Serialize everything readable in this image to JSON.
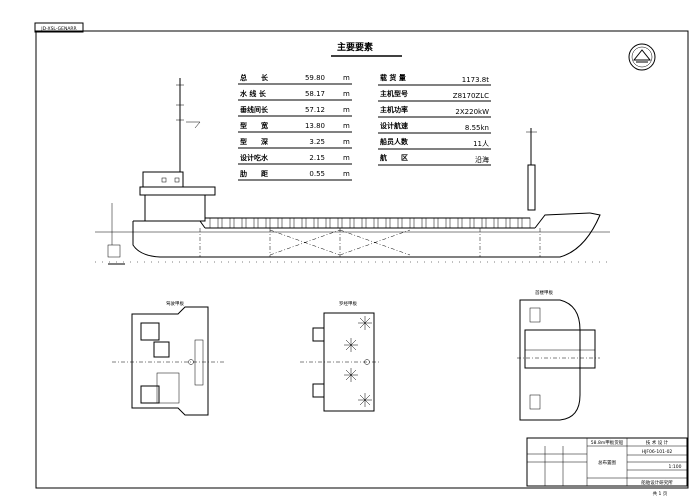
{
  "sheet_tab": "JD-XSL-GENARR",
  "table": {
    "title": "主要要素",
    "left": [
      {
        "label": "总　　长",
        "value": "59.80",
        "unit": "m"
      },
      {
        "label": "水 线 长",
        "value": "58.17",
        "unit": "m"
      },
      {
        "label": "垂线间长",
        "value": "57.12",
        "unit": "m"
      },
      {
        "label": "型　　宽",
        "value": "13.80",
        "unit": "m"
      },
      {
        "label": "型　　深",
        "value": "3.25",
        "unit": "m"
      },
      {
        "label": "设计吃水",
        "value": "2.15",
        "unit": "m"
      },
      {
        "label": "肋　　距",
        "value": "0.55",
        "unit": "m"
      }
    ],
    "right": [
      {
        "label": "载 货 量",
        "value": "1173.8t"
      },
      {
        "label": "主机型号",
        "value": "Z8170ZLC"
      },
      {
        "label": "主机功率",
        "value": "2X220kW"
      },
      {
        "label": "设计航速",
        "value": "8.55kn"
      },
      {
        "label": "船员人数",
        "value": "11人"
      },
      {
        "label": "航　　区",
        "value": "沿海"
      }
    ]
  },
  "views": {
    "plan1_title": "驾驶甲板",
    "plan2_title": "罗经甲板",
    "plan3_title": "首楼甲板"
  },
  "title_block": {
    "project": "58.8m甲板货船",
    "stage": "技 术 设 计",
    "drawing_name": "总布置图",
    "drawing_no": "HJF06-101-02",
    "scale": "1:100",
    "company": "船舶设计研究所",
    "sheet": "共 1 页"
  }
}
